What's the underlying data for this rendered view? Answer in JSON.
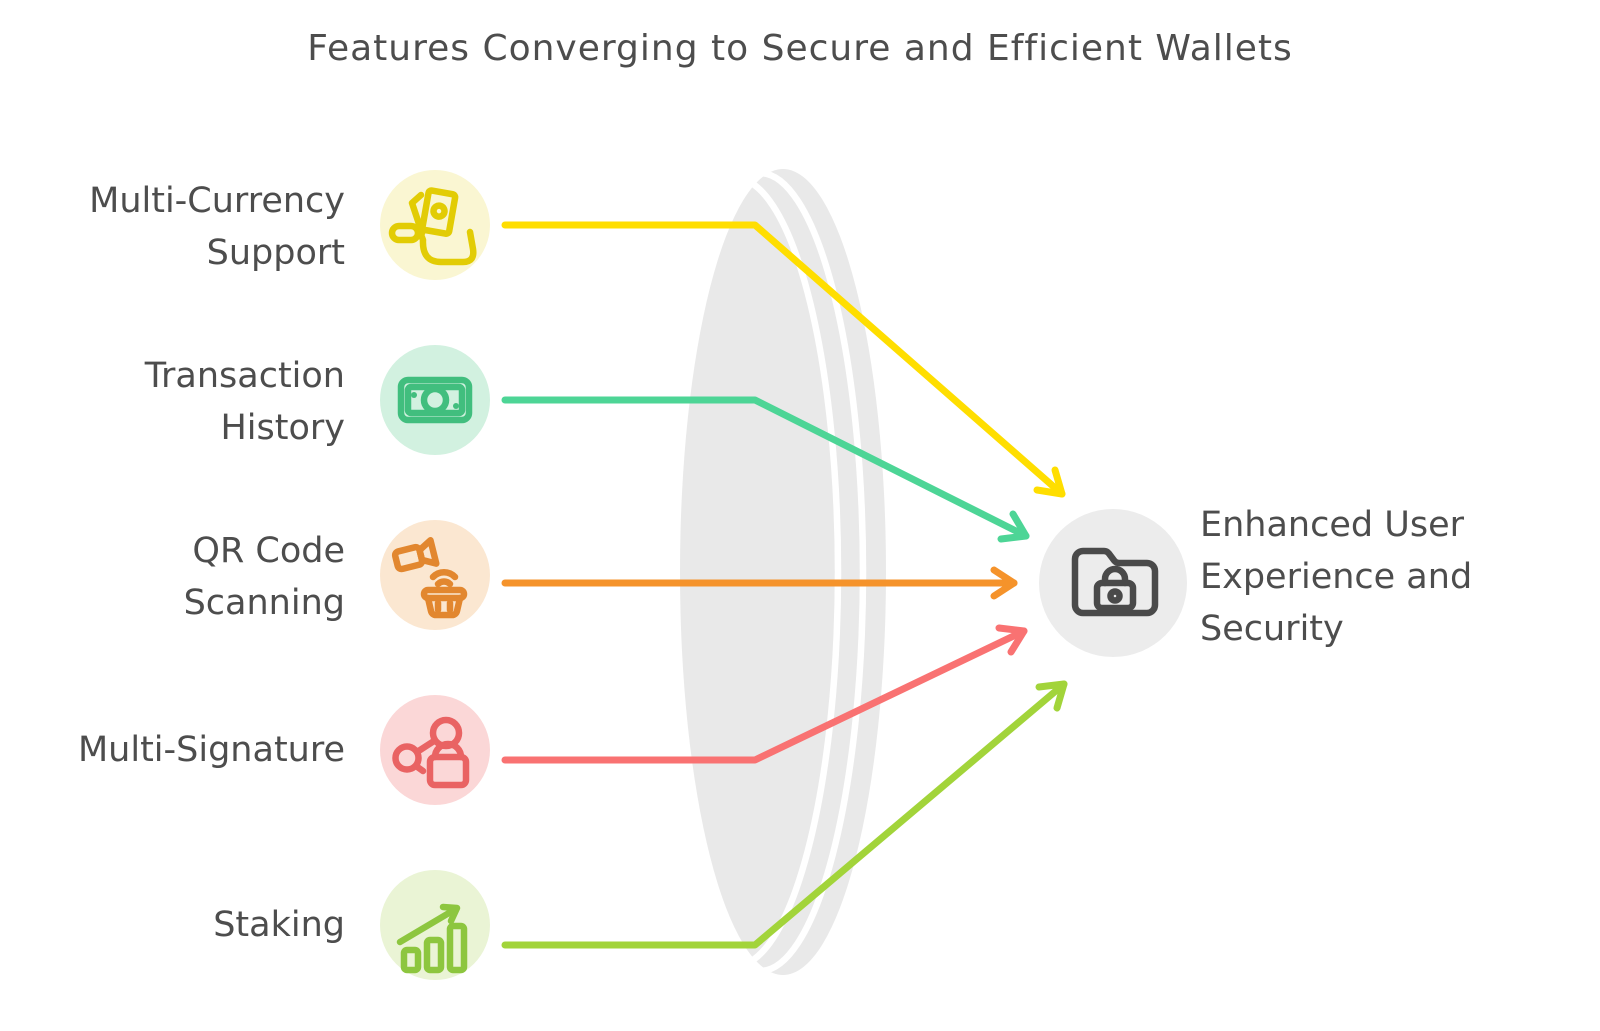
{
  "title": "Features Converging to Secure and Efficient Wallets",
  "palette": {
    "text": "#4D4D4D",
    "lens_fill": "#E9E9E9",
    "lens_highlight": "#FFFFFF",
    "center_circle_bg": "#ECECEC",
    "center_icon_color": "#4A4A4A"
  },
  "features": [
    {
      "label": "Multi-Currency\nSupport",
      "icon": "money-hand-icon",
      "icon_color": "#E2CC05",
      "bg_color": "#FAF6D2",
      "arrow_color": "#FFDE00"
    },
    {
      "label": "Transaction\nHistory",
      "icon": "banknote-icon",
      "icon_color": "#41BE7E",
      "bg_color": "#D2F1E0",
      "arrow_color": "#4DD596"
    },
    {
      "label": "QR Code\nScanning",
      "icon": "scan-basket-icon",
      "icon_color": "#E2872F",
      "bg_color": "#FBE7D1",
      "arrow_color": "#F5932B"
    },
    {
      "label": "Multi-Signature",
      "icon": "share-lock-icon",
      "icon_color": "#E96363",
      "bg_color": "#FBD7D7",
      "arrow_color": "#F97272"
    },
    {
      "label": "Staking",
      "icon": "growth-chart-icon",
      "icon_color": "#8DC63F",
      "bg_color": "#EAF4D5",
      "arrow_color": "#A2D43A"
    }
  ],
  "outcome": {
    "label": "Enhanced User\nExperience and\nSecurity",
    "icon": "folder-lock-icon"
  }
}
